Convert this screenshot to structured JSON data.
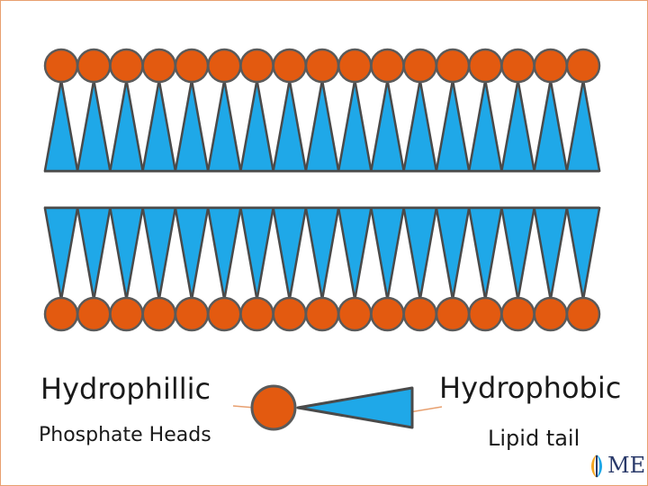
{
  "diagram": {
    "heads_per_row": 17,
    "colors": {
      "head_fill": "#e35a10",
      "head_stroke": "#5a5a5a",
      "tail_fill": "#1fa8e8",
      "tail_stroke": "#4a4a4a",
      "border": "#e8a070"
    }
  },
  "labels": {
    "hydrophilic": "Hydrophillic",
    "phosphate_heads": "Phosphate Heads",
    "hydrophobic": "Hydrophobic",
    "lipid_tail": "Lipid tail"
  },
  "logo": {
    "text": "ME",
    "colors": [
      "#f5a623",
      "#1fa8e8",
      "#2a3a6a"
    ]
  }
}
